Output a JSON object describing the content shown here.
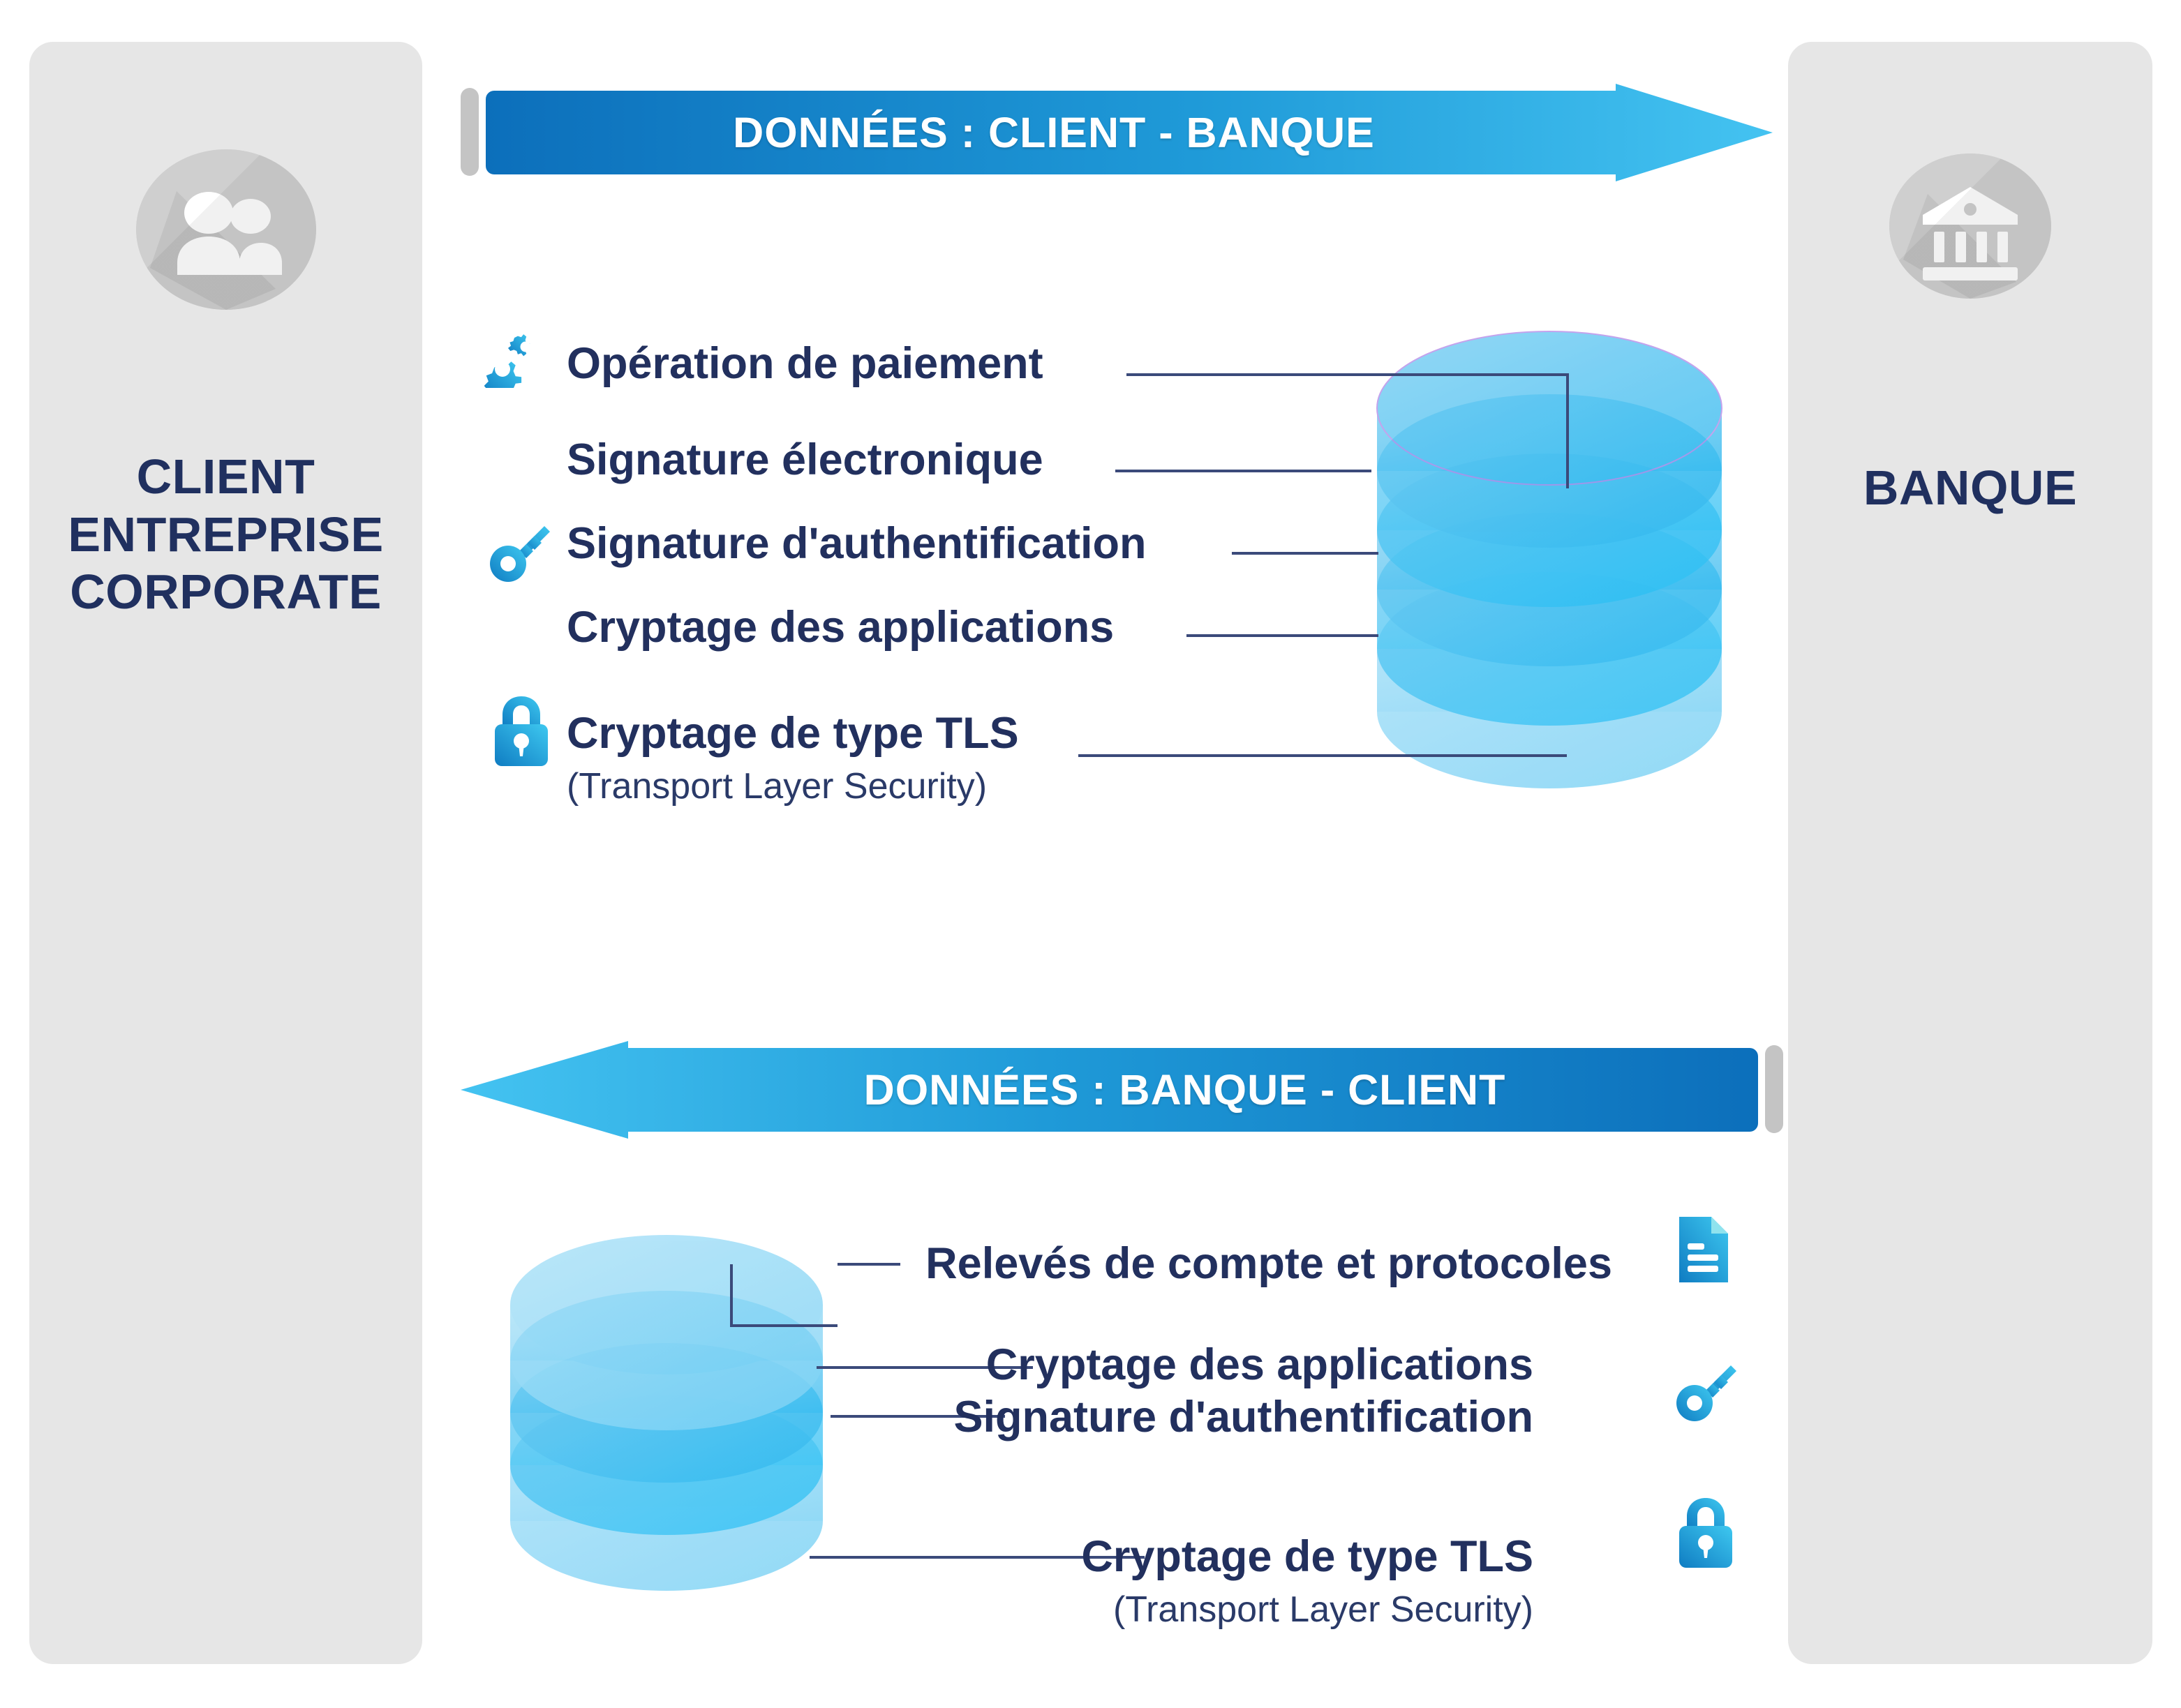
{
  "colors": {
    "navy": "#22305e",
    "panel_bg": "#e6e6e6",
    "badge_gray": "#cfcfcf",
    "arrow_dark_blue": "#0b72bd",
    "arrow_light_blue": "#41c1ef",
    "cylinder_blue": "#3fc0f0",
    "leader_line": "#3b4a7a",
    "icon_gradient_start": "#0d7cc0",
    "icon_gradient_end": "#3ec8f0"
  },
  "left_panel": {
    "icon": "users-icon",
    "title": "CLIENT\nENTREPRISE\nCORPORATE",
    "title_lines": [
      "CLIENT",
      "ENTREPRISE",
      "CORPORATE"
    ]
  },
  "right_panel": {
    "icon": "bank-icon",
    "title": "BANQUE"
  },
  "flows": [
    {
      "id": "client-to-bank",
      "label": "DONNÉES : CLIENT - BANQUE",
      "direction": "right",
      "items": [
        {
          "label": "Opération de paiement",
          "sub": "",
          "icon": "gears-icon"
        },
        {
          "label": "Signature électronique",
          "sub": "",
          "icon": ""
        },
        {
          "label": "Signature d'authentification",
          "sub": "",
          "icon": "key-icon"
        },
        {
          "label": "Cryptage des applications",
          "sub": "",
          "icon": ""
        },
        {
          "label": "Cryptage de type TLS",
          "sub": "(Transport Layer Security)",
          "icon": "lock-icon"
        }
      ]
    },
    {
      "id": "bank-to-client",
      "label": "DONNÉES : BANQUE - CLIENT",
      "direction": "left",
      "items": [
        {
          "label": "Relevés de compte et protocoles",
          "sub": "",
          "icon": "document-icon"
        },
        {
          "label": "Cryptage des applications",
          "sub": "",
          "icon": ""
        },
        {
          "label": "Signature d'authentification",
          "sub": "",
          "icon": "key-icon"
        },
        {
          "label": "Cryptage de type TLS",
          "sub": "(Transport Layer Security)",
          "icon": "lock-icon"
        }
      ]
    }
  ]
}
